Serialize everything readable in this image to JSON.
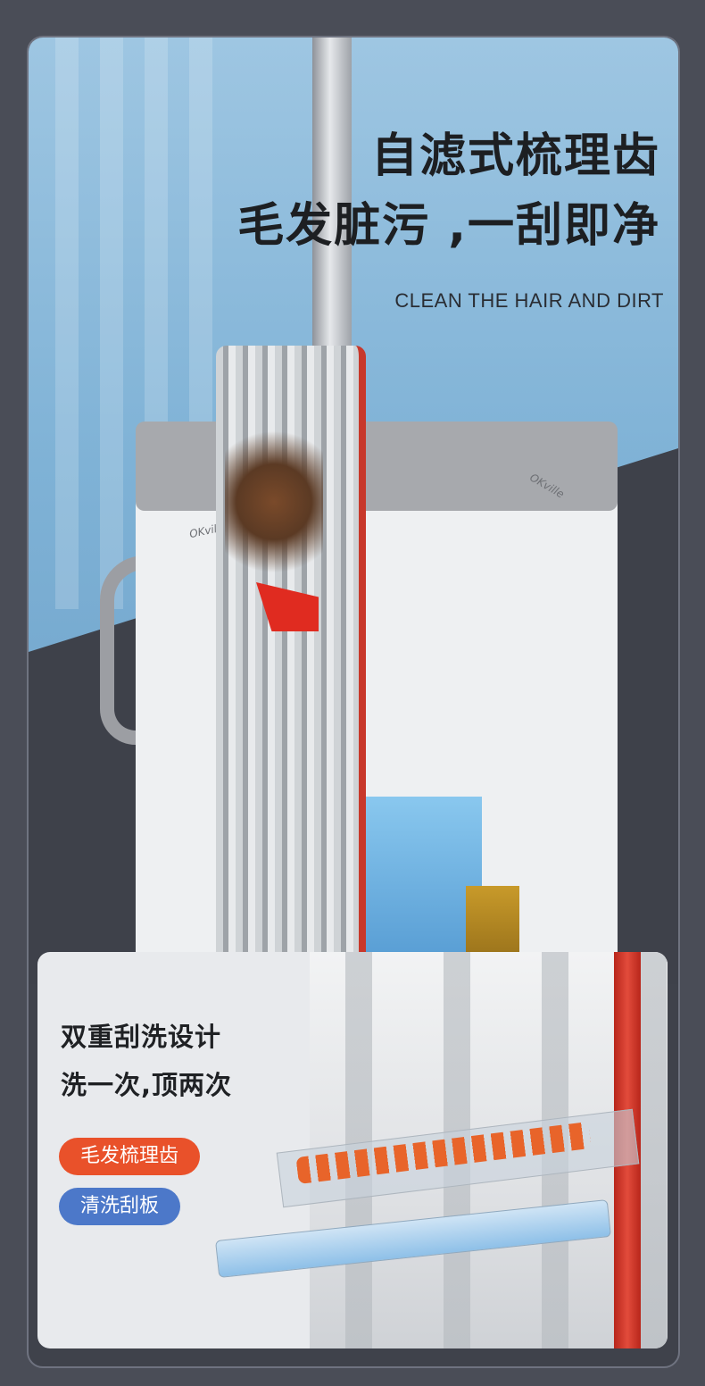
{
  "headline": {
    "line1": "自滤式梳理齿",
    "line2": "毛发脏污 ,一刮即净",
    "subtitle": "CLEAN THE HAIR AND DIRT"
  },
  "product": {
    "brand": "OKville"
  },
  "feature_panel": {
    "heading1": "双重刮洗设计",
    "heading2": "洗一次,顶两次",
    "tags": [
      {
        "label": "毛发梳理齿",
        "color": "#e9512a"
      },
      {
        "label": "清洗刮板",
        "color": "#4c78c9"
      }
    ]
  },
  "colors": {
    "accent_red": "#e02b20",
    "background_dark": "#4a4d57"
  }
}
